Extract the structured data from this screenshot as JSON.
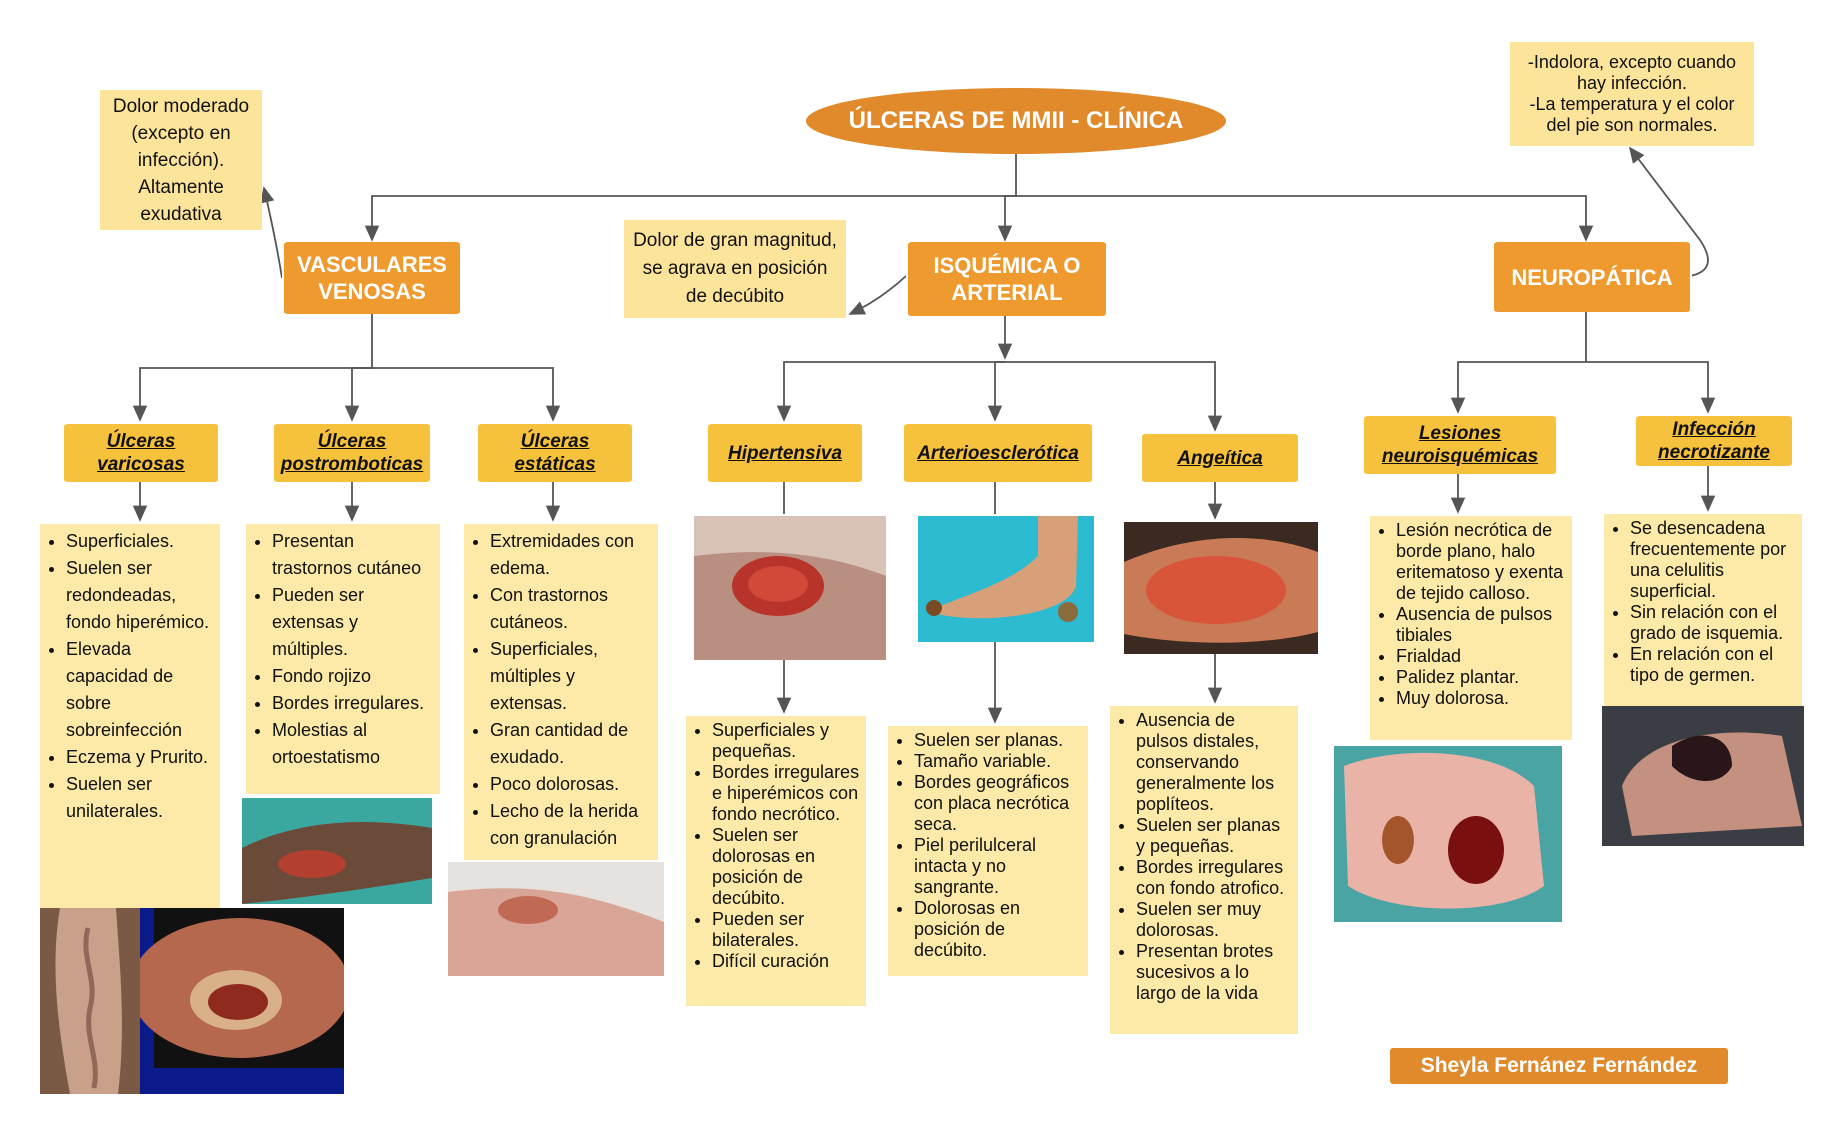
{
  "title": "ÚLCERAS DE MMII -  CLÍNICA",
  "categories": {
    "venosas": "VASCULARES VENOSAS",
    "arterial": "ISQUÉMICA O ARTERIAL",
    "neuropatica": "NEUROPÁTICA"
  },
  "notes": {
    "venosas": "Dolor moderado (excepto en infección). Altamente exudativa",
    "arterial": "Dolor de gran magnitud, se agrava en posición de decúbito",
    "neuropatica_1": "-Indolora, excepto cuando hay infección.",
    "neuropatica_2": "-La temperatura y el color del pie son normales."
  },
  "subtypes": {
    "varicosas": "Úlceras varicosas",
    "postromboticas": "Úlceras postromboticas",
    "estaticas": "Úlceras estáticas",
    "hipertensiva": "Hipertensiva",
    "arterioesclerotica": "Arterioesclerótica",
    "angeitica": "Angeítica",
    "neuroisquemicas": "Lesiones neuroisquémicas",
    "necrotizante": "Infección necrotizante"
  },
  "lists": {
    "varicosas": [
      "Superficiales.",
      "Suelen ser redondeadas, fondo hiperémico.",
      "Elevada capacidad de sobre sobreinfección",
      "Eczema y Prurito.",
      "Suelen ser unilaterales."
    ],
    "postromboticas": [
      "Presentan trastornos cutáneo",
      "Pueden ser extensas y múltiples.",
      "Fondo rojizo",
      "Bordes irregulares.",
      "Molestias al ortoestatismo"
    ],
    "estaticas": [
      "Extremidades con edema.",
      "Con trastornos cutáneos.",
      "Superficiales, múltiples y extensas.",
      "Gran cantidad de exudado.",
      "Poco dolorosas.",
      "Lecho de la herida con granulación"
    ],
    "hipertensiva": [
      "Superficiales y pequeñas.",
      "Bordes irregulares e hiperémicos con fondo necrótico.",
      "Suelen ser dolorosas en posición de decúbito.",
      "Pueden ser bilaterales.",
      "Difícil curación"
    ],
    "arterioesclerotica": [
      "Suelen ser planas.",
      "Tamaño variable.",
      "Bordes geográficos con placa necrótica seca.",
      "Piel perilulceral intacta y no sangrante.",
      "Dolorosas en posición de decúbito."
    ],
    "angeitica": [
      "Ausencia de pulsos distales, conservando generalmente los poplíteos.",
      "Suelen ser planas y pequeñas.",
      "Bordes irregulares  con fondo atrofico.",
      "Suelen ser muy dolorosas.",
      "Presentan brotes sucesivos a lo largo de la vida"
    ],
    "neuroisquemicas": [
      "Lesión necrótica de borde plano, halo eritematoso y exenta de tejido calloso.",
      "Ausencia de pulsos tibiales",
      "Frialdad",
      "Palidez plantar.",
      "Muy dolorosa."
    ],
    "necrotizante": [
      "Se desencadena frecuentemente por una celulitis superficial.",
      "Sin relación con el grado de isquemia.",
      "En relación con el tipo de germen."
    ]
  },
  "author": "Sheyla Fernánez Fernández",
  "colors": {
    "title": "#e08a2c",
    "category": "#ee9a2f",
    "subtype": "#f6c13c",
    "note": "#fde49b",
    "list": "#fde9a8",
    "connector": "#555555"
  }
}
